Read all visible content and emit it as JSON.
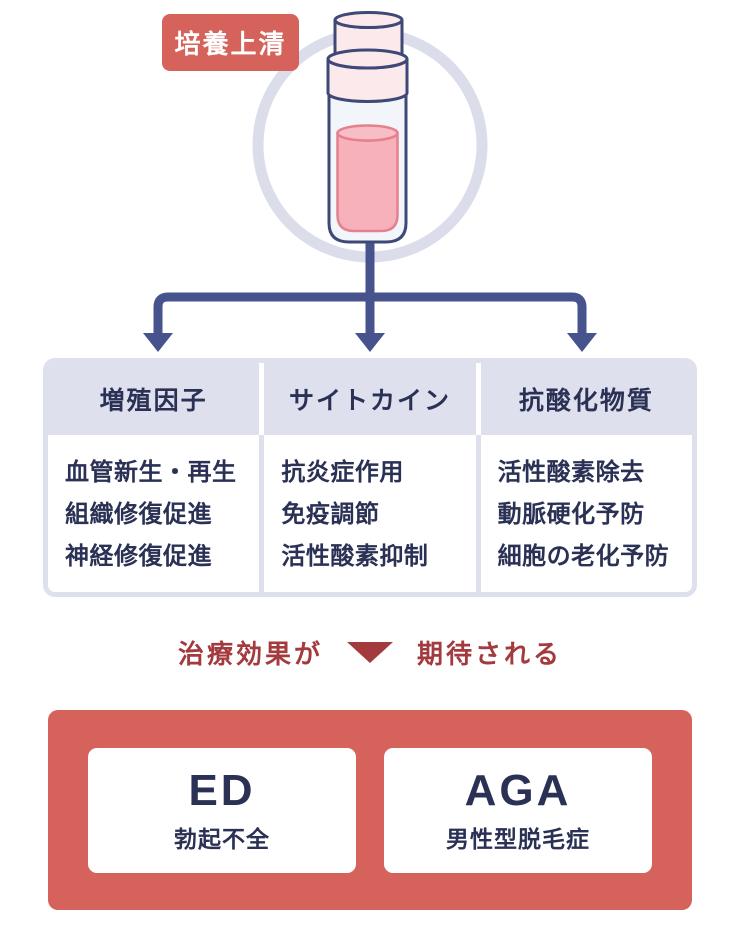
{
  "label": {
    "text": "培養上清"
  },
  "columns": [
    {
      "header": "増殖因子",
      "items": [
        "血管新生・再生",
        "組織修復促進",
        "神経修復促進"
      ]
    },
    {
      "header": "サイトカイン",
      "items": [
        "抗炎症作用",
        "免疫調節",
        "活性酸素抑制"
      ]
    },
    {
      "header": "抗酸化物質",
      "items": [
        "活性酸素除去",
        "動脈硬化予防",
        "細胞の老化予防"
      ]
    }
  ],
  "effect_line": {
    "before": "治療効果が",
    "after": "期待される"
  },
  "treatments": [
    {
      "title": "ED",
      "subtitle": "勃起不全"
    },
    {
      "title": "AGA",
      "subtitle": "男性型脱毛症"
    }
  ],
  "colors": {
    "accent-red": "#D6635B",
    "deep-red": "#A33B3E",
    "navy": "#2A3154",
    "indigo-line": "#46538D",
    "lavender": "#DEE0ED",
    "circle-ring": "#DBDDEB",
    "cap-pink": "#FBE9EB",
    "tube-blue": "#F2F5FA",
    "liquid-pink": "#F6B1BB",
    "liquid-stroke": "#E5808E",
    "vial-stroke": "#3E4977"
  }
}
